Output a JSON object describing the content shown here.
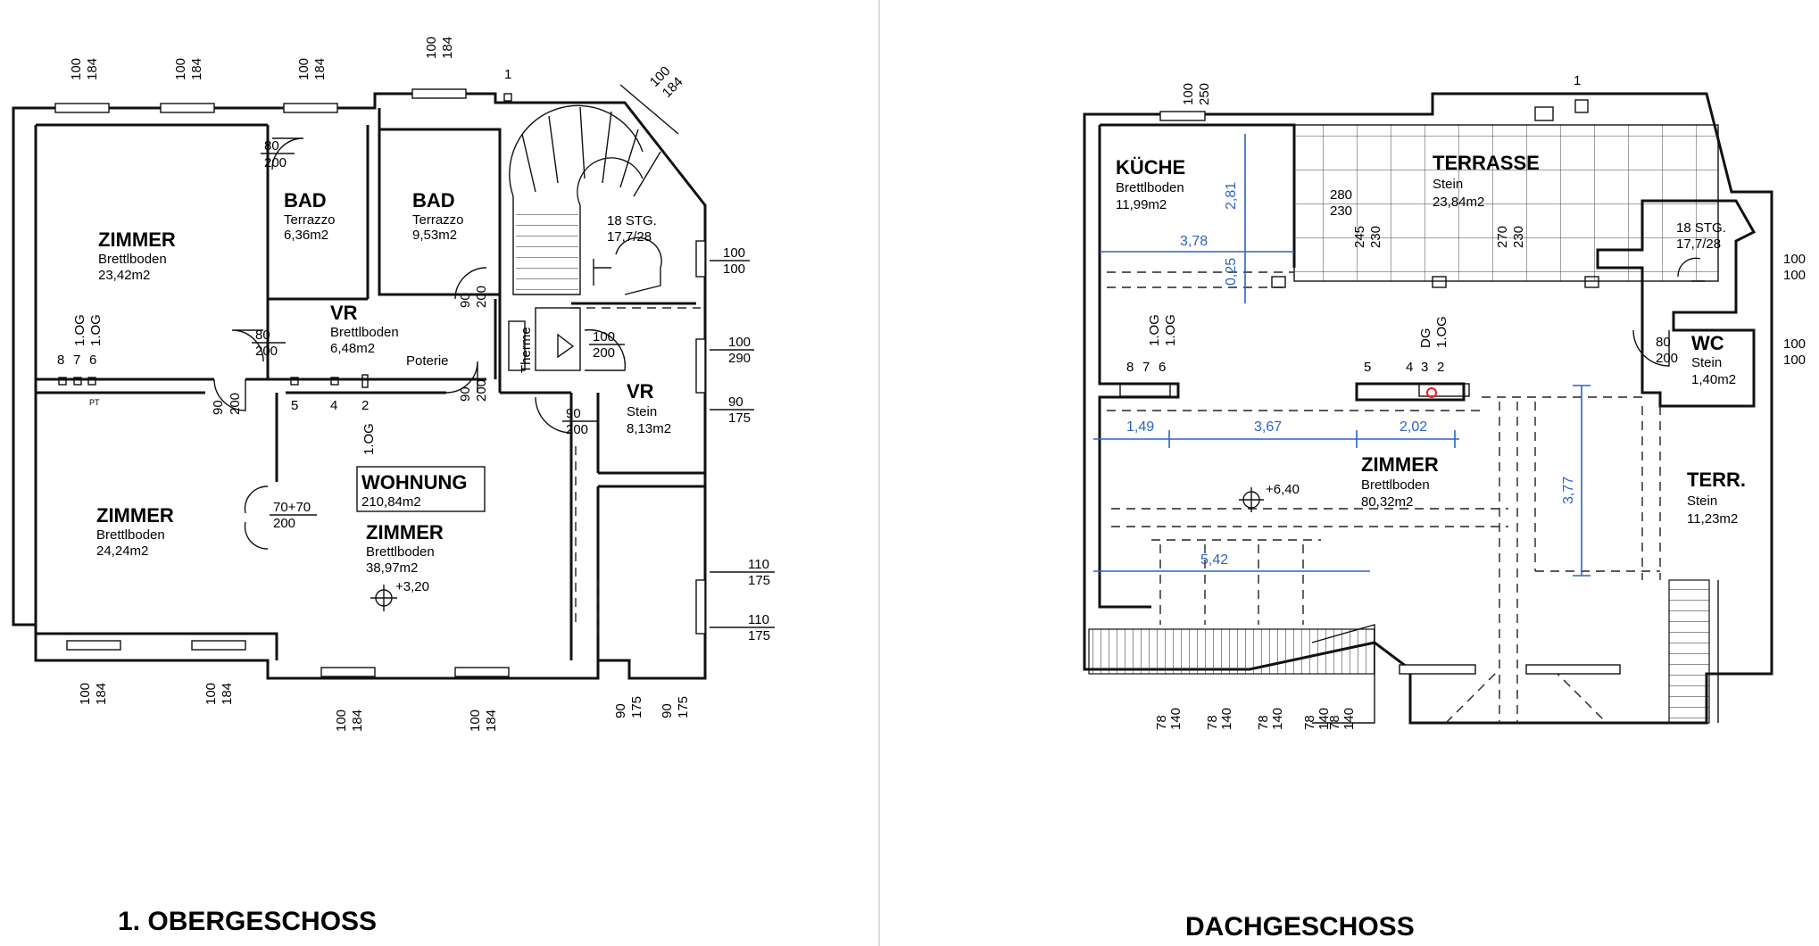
{
  "titles": {
    "left": "1. OBERGESCHOSS",
    "right": "DACHGESCHOSS"
  },
  "left_plan": {
    "rooms": [
      {
        "name": "ZIMMER",
        "floor": "Brettlboden",
        "area": "23,42m2"
      },
      {
        "name": "BAD",
        "floor": "Terrazzo",
        "area": "6,36m2"
      },
      {
        "name": "BAD",
        "floor": "Terrazzo",
        "area": "9,53m2"
      },
      {
        "name": "VR",
        "floor": "Brettlboden",
        "area": "6,48m2"
      },
      {
        "name": "VR",
        "floor": "Stein",
        "area": "8,13m2"
      },
      {
        "name": "ZIMMER",
        "floor": "Brettlboden",
        "area": "24,24m2"
      },
      {
        "name": "ZIMMER",
        "floor": "Brettlboden",
        "area": "38,97m2"
      }
    ],
    "wohnung": {
      "label": "WOHNUNG",
      "area": "210,84m2"
    },
    "stairs": {
      "count": "18 STG.",
      "ratio": "17,7/28"
    },
    "labels": {
      "therme": "Therme",
      "poterie": "Poterie",
      "pt": "PT",
      "level": "+3,20",
      "one": "1"
    },
    "og_labels": [
      "1.OG",
      "1.OG",
      "1.OG"
    ],
    "socket_numbers_a": [
      "8",
      "7",
      "6"
    ],
    "socket_numbers_b": [
      "5",
      "4",
      "2"
    ],
    "window_dims": [
      [
        "100",
        "184"
      ],
      [
        "100",
        "184"
      ],
      [
        "100",
        "184"
      ],
      [
        "100",
        "184"
      ],
      [
        "100",
        "184"
      ],
      [
        "100",
        "184"
      ],
      [
        "100",
        "184"
      ],
      [
        "100",
        "184"
      ],
      [
        "100",
        "184"
      ],
      [
        "90",
        "175"
      ],
      [
        "90",
        "175"
      ]
    ],
    "door_dims": [
      [
        "80",
        "200"
      ],
      [
        "80",
        "200"
      ],
      [
        "90",
        "200"
      ],
      [
        "90",
        "200"
      ],
      [
        "90",
        "200"
      ],
      [
        "100",
        "200"
      ],
      [
        "90",
        "200"
      ],
      [
        "70+70",
        "200"
      ]
    ],
    "right_dims": [
      [
        "100",
        "100"
      ],
      [
        "100",
        "290"
      ],
      [
        "90",
        "175"
      ],
      [
        "110",
        "175"
      ],
      [
        "110",
        "175"
      ]
    ]
  },
  "right_plan": {
    "rooms": [
      {
        "name": "KÜCHE",
        "floor": "Brettlboden",
        "area": "11,99m2"
      },
      {
        "name": "TERRASSE",
        "floor": "Stein",
        "area": "23,84m2"
      },
      {
        "name": "WC",
        "floor": "Stein",
        "area": "1,40m2"
      },
      {
        "name": "ZIMMER",
        "floor": "Brettlboden",
        "area": "80,32m2"
      },
      {
        "name": "TERR.",
        "floor": "Stein",
        "area": "11,23m2"
      }
    ],
    "stairs": {
      "count": "18 STG.",
      "ratio": "17,7/28"
    },
    "level": "+6,40",
    "one": "1",
    "blue_dims": [
      "3,78",
      "2,81",
      "0,25",
      "1,49",
      "3,67",
      "2,02",
      "5,42",
      "3,77"
    ],
    "og_labels": [
      "1.OG",
      "1.OG",
      "DG",
      "1.OG"
    ],
    "socket_numbers_a": [
      "8",
      "7",
      "6"
    ],
    "socket_numbers_b": [
      "5",
      "4",
      "3",
      "2"
    ],
    "top_dim": [
      "100",
      "250"
    ],
    "terrace_dims": [
      [
        "280",
        "230"
      ],
      [
        "245",
        "230"
      ],
      [
        "270",
        "230"
      ]
    ],
    "door_dim": [
      "80",
      "200"
    ],
    "right_dims": [
      [
        "100",
        "100"
      ],
      [
        "100",
        "100"
      ]
    ],
    "bottom_dims": [
      [
        "78",
        "140"
      ],
      [
        "78",
        "140"
      ],
      [
        "78",
        "140"
      ],
      [
        "78",
        "140"
      ],
      [
        "78",
        "140"
      ]
    ]
  }
}
